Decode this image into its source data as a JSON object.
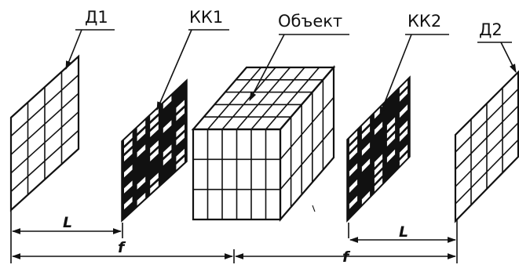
{
  "labels": {
    "detector_1": "Д1",
    "mask_1": "КК1",
    "object": "Объект",
    "mask_2": "КК2",
    "detector_2": "Д2"
  },
  "dimensions": {
    "l_left": "L",
    "l_right": "L",
    "f_left": "f",
    "f_right": "f"
  },
  "colors": {
    "line": "#111111",
    "background": "#ffffff"
  }
}
